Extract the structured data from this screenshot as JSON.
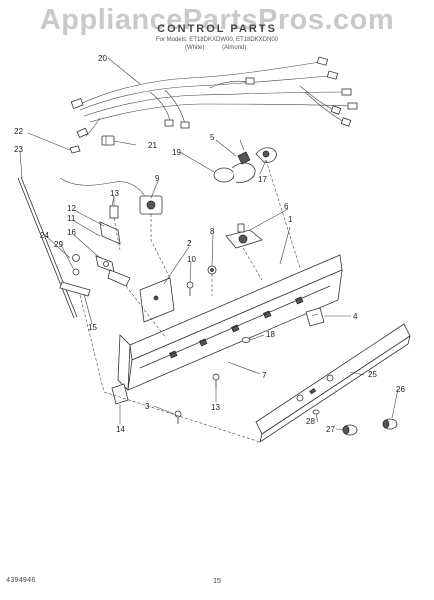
{
  "watermark": "AppliancePartsPros.com",
  "header": {
    "title": "CONTROL PARTS",
    "subtitle": "For Models: ET18DKXDW00, ET18DKXDN00",
    "variant_left": "(White)",
    "variant_right": "(Almond)"
  },
  "footer": {
    "part_number": "4394946",
    "page_number": "15"
  },
  "callouts": [
    "1",
    "2",
    "3",
    "4",
    "5",
    "6",
    "7",
    "8",
    "9",
    "10",
    "11",
    "12",
    "13",
    "13",
    "14",
    "15",
    "16",
    "17",
    "18",
    "19",
    "20",
    "21",
    "22",
    "23",
    "24",
    "25",
    "26",
    "27",
    "28",
    "29"
  ]
}
